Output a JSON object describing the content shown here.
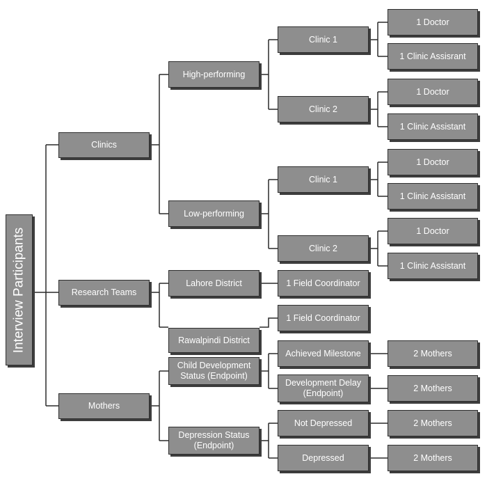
{
  "root": {
    "label": "Interview Participants"
  },
  "branches": {
    "clinics": {
      "label": "Clinics",
      "high": {
        "label": "High-performing",
        "clinic1": {
          "label": "Clinic 1",
          "staff": [
            "1 Doctor",
            "1 Clinic Assisrant"
          ]
        },
        "clinic2": {
          "label": "Clinic 2",
          "staff": [
            "1 Doctor",
            "1 Clinic Assistant"
          ]
        }
      },
      "low": {
        "label": "Low-performing",
        "clinic1": {
          "label": "Clinic 1",
          "staff": [
            "1 Doctor",
            "1 Clinic Assistant"
          ]
        },
        "clinic2": {
          "label": "Clinic 2",
          "staff": [
            "1 Doctor",
            "1 Clinic Assistant"
          ]
        }
      }
    },
    "research": {
      "label": "Research Teams",
      "lahore": {
        "label": "Lahore District",
        "coordinator": "1 Field Coordinator"
      },
      "rawalpindi": {
        "label": "Rawalpindi District",
        "coordinator": "1 Field Coordinator"
      }
    },
    "mothers": {
      "label": "Mothers",
      "child": {
        "label": "Child Development Status (Endpoint)",
        "achieved": {
          "label": "Achieved Milestone",
          "count": "2 Mothers"
        },
        "delay": {
          "label": "Development Delay (Endpoint)",
          "count": "2 Mothers"
        }
      },
      "depression": {
        "label": "Depression Status (Endpoint)",
        "not": {
          "label": "Not Depressed",
          "count": "2 Mothers"
        },
        "dep": {
          "label": "Depressed",
          "count": "2 Mothers"
        }
      }
    }
  }
}
